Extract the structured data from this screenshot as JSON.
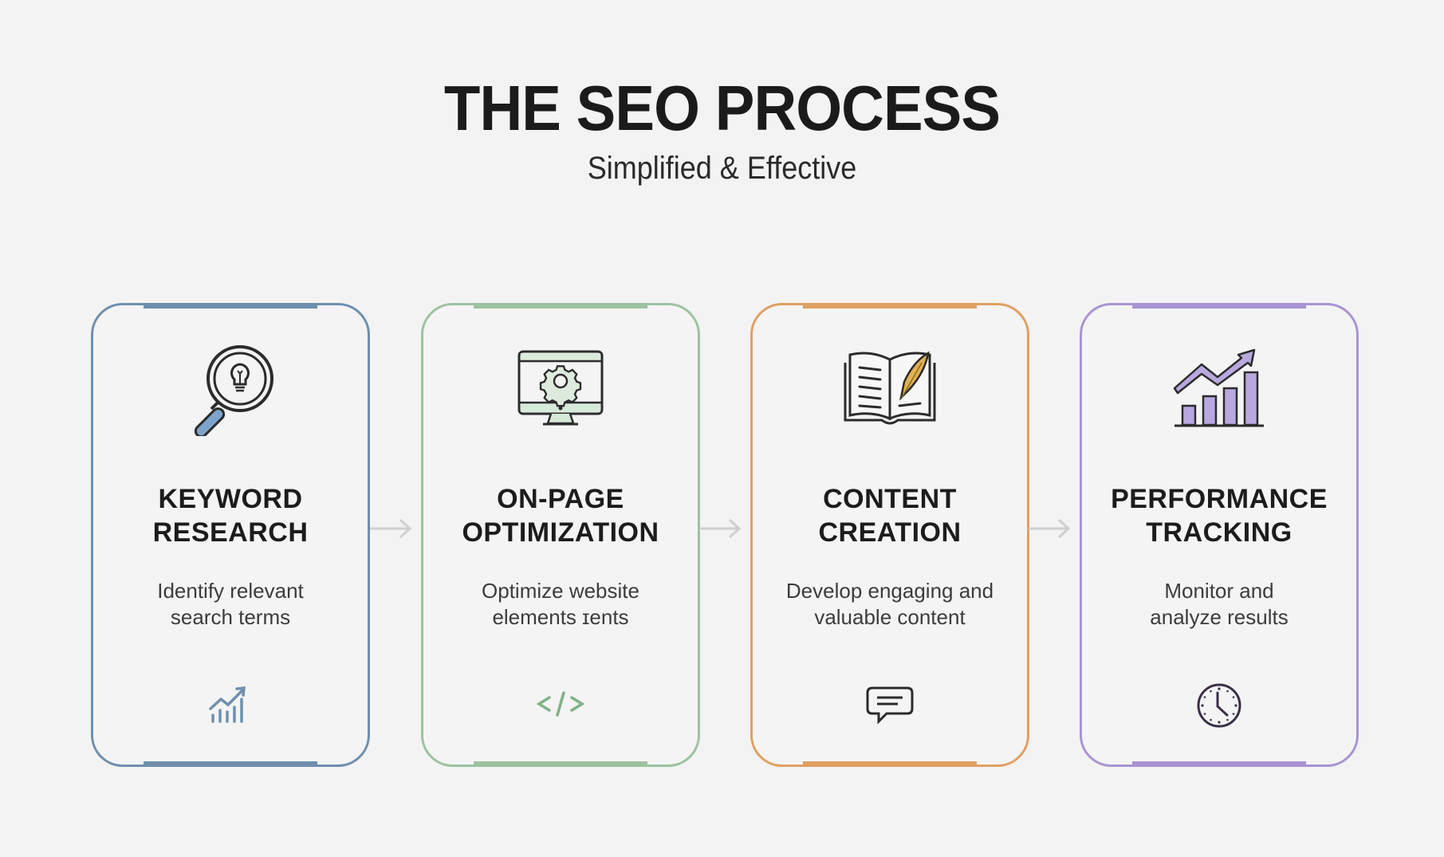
{
  "header": {
    "title": "THE SEO PROCESS",
    "subtitle": "Simplified & Effective"
  },
  "steps": [
    {
      "title_line1": "KEYWORD",
      "title_line2": "RESEARCH",
      "desc_line1": "Identify relevant",
      "desc_line2": "search terms",
      "main_icon": "magnifier-lightbulb-icon",
      "small_icon": "growth-chart-icon",
      "color": "#6f8fae"
    },
    {
      "title_line1": "ON-PAGE",
      "title_line2": "OPTIMIZATION",
      "desc_line1": "Optimize website",
      "desc_line2": "elements ɪents",
      "main_icon": "monitor-gear-icon",
      "small_icon": "code-brackets-icon",
      "color": "#9cc39f"
    },
    {
      "title_line1": "CONTENT",
      "title_line2": "CREATION",
      "desc_line1": "Develop engaging and",
      "desc_line2": "valuable content",
      "main_icon": "book-quill-icon",
      "small_icon": "chat-bubble-icon",
      "color": "#e0a062"
    },
    {
      "title_line1": "PERFORMANCE",
      "title_line2": "TRACKING",
      "desc_line1": "Monitor and",
      "desc_line2": "analyze results",
      "main_icon": "bar-chart-trend-icon",
      "small_icon": "clock-icon",
      "color": "#a993d3"
    }
  ],
  "connectors": [
    "arrow-right-icon",
    "arrow-right-icon",
    "arrow-right-icon"
  ]
}
